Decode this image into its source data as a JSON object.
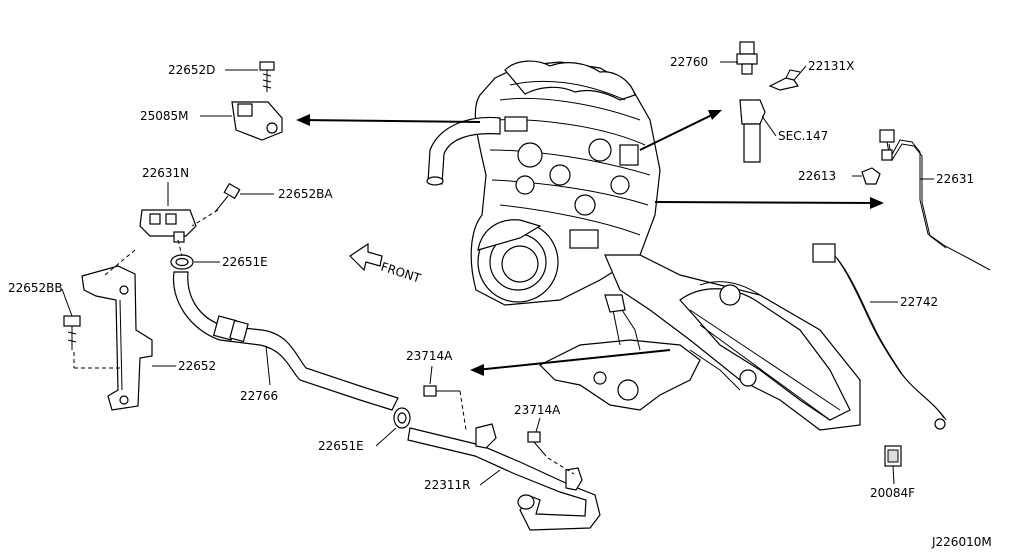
{
  "diagram_id": "J226010M",
  "direction_label": "FRONT",
  "parts": {
    "p22652D": "22652D",
    "p25085M": "25085M",
    "p22631N": "22631N",
    "p22652BA": "22652BA",
    "p22651E_top": "22651E",
    "p22652BB": "22652BB",
    "p22652": "22652",
    "p22766": "22766",
    "p22651E_bottom": "22651E",
    "p23714A_left": "23714A",
    "p23714A_right": "23714A",
    "p22311R": "22311R",
    "p22760": "22760",
    "p22131X": "22131X",
    "pSEC147": "SEC.147",
    "p22613": "22613",
    "p22631": "22631",
    "p22742": "22742",
    "p20084F": "20084F"
  }
}
